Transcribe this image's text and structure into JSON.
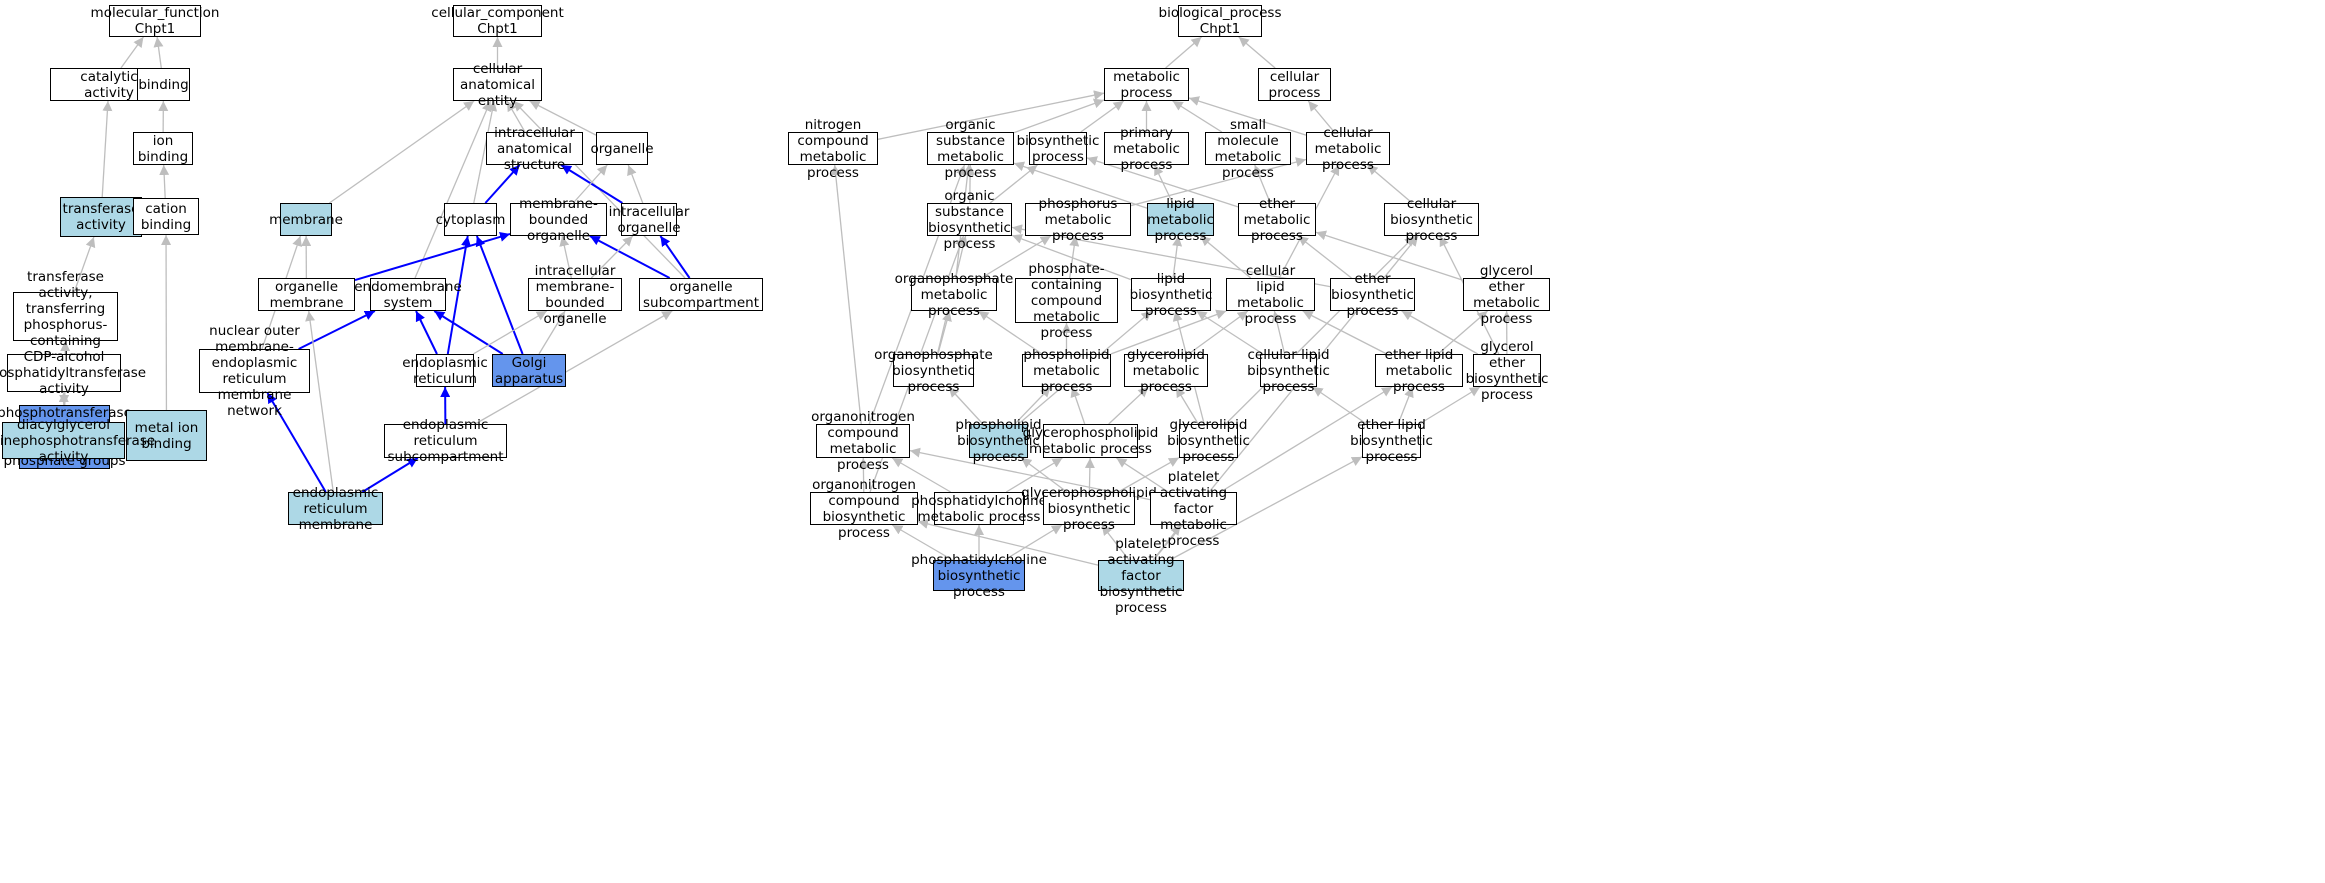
{
  "colors": {
    "plain": "#ffffff",
    "light": "#add8e6",
    "dark": "#6495ed",
    "edge_gray": "#bebebe",
    "edge_blue": "#0000ff"
  },
  "nodes": [
    {
      "id": "mf",
      "label": "molecular_function\nChpt1",
      "fill": "plain"
    },
    {
      "id": "cat",
      "label": "catalytic activity",
      "fill": "plain"
    },
    {
      "id": "bind",
      "label": "binding",
      "fill": "plain"
    },
    {
      "id": "trans",
      "label": "transferase\nactivity",
      "fill": "light"
    },
    {
      "id": "ionb",
      "label": "ion binding",
      "fill": "plain"
    },
    {
      "id": "transp",
      "label": "transferase\nactivity, transferring\nphosphorus-containing\ngroups",
      "fill": "plain"
    },
    {
      "id": "catb",
      "label": "cation binding",
      "fill": "plain"
    },
    {
      "id": "ptrans",
      "label": "phosphotransferase\nactivity, for\nother substituted\nphosphate groups",
      "fill": "dark"
    },
    {
      "id": "metb",
      "label": "metal ion binding",
      "fill": "light"
    },
    {
      "id": "cdp",
      "label": "CDP-alcohol\nphosphatidyltransferase\nactivity",
      "fill": "plain"
    },
    {
      "id": "dag",
      "label": "diacylglycerol\ncholinephosphotransferase\nactivity",
      "fill": "light"
    },
    {
      "id": "cc",
      "label": "cellular_component\nChpt1",
      "fill": "plain"
    },
    {
      "id": "cae",
      "label": "cellular anatomical\nentity",
      "fill": "plain"
    },
    {
      "id": "ias",
      "label": "intracellular\nanatomical structure",
      "fill": "plain"
    },
    {
      "id": "org",
      "label": "organelle",
      "fill": "plain"
    },
    {
      "id": "mem",
      "label": "membrane",
      "fill": "light"
    },
    {
      "id": "cyto",
      "label": "cytoplasm",
      "fill": "plain"
    },
    {
      "id": "mbo",
      "label": "membrane-bounded\norganelle",
      "fill": "plain"
    },
    {
      "id": "iorg",
      "label": "intracellular\norganelle",
      "fill": "plain"
    },
    {
      "id": "orgmem",
      "label": "organelle membrane",
      "fill": "plain"
    },
    {
      "id": "endo",
      "label": "endomembrane\nsystem",
      "fill": "plain"
    },
    {
      "id": "imbo",
      "label": "intracellular\nmembrane-bounded\norganelle",
      "fill": "plain"
    },
    {
      "id": "osub",
      "label": "organelle subcompartment",
      "fill": "plain"
    },
    {
      "id": "nom",
      "label": "nuclear outer\nmembrane-endoplasmic\nreticulum membrane\nnetwork",
      "fill": "plain"
    },
    {
      "id": "er",
      "label": "endoplasmic\nreticulum",
      "fill": "plain"
    },
    {
      "id": "golgi",
      "label": "Golgi apparatus",
      "fill": "dark"
    },
    {
      "id": "ersub",
      "label": "endoplasmic\nreticulum subcompartment",
      "fill": "plain"
    },
    {
      "id": "erm",
      "label": "endoplasmic\nreticulum membrane",
      "fill": "light"
    },
    {
      "id": "bp",
      "label": "biological_process\nChpt1",
      "fill": "plain"
    },
    {
      "id": "metp",
      "label": "metabolic process",
      "fill": "plain"
    },
    {
      "id": "cellp",
      "label": "cellular process",
      "fill": "plain"
    },
    {
      "id": "ncmp",
      "label": "nitrogen compound\nmetabolic process",
      "fill": "plain"
    },
    {
      "id": "osmp",
      "label": "organic substance\nmetabolic process",
      "fill": "plain"
    },
    {
      "id": "biop",
      "label": "biosynthetic\nprocess",
      "fill": "plain"
    },
    {
      "id": "pmp",
      "label": "primary metabolic\nprocess",
      "fill": "plain"
    },
    {
      "id": "smmp",
      "label": "small molecule\nmetabolic process",
      "fill": "plain"
    },
    {
      "id": "cmp",
      "label": "cellular metabolic\nprocess",
      "fill": "plain"
    },
    {
      "id": "osbp",
      "label": "organic substance\nbiosynthetic\nprocess",
      "fill": "plain"
    },
    {
      "id": "phmp",
      "label": "phosphorus metabolic\nprocess",
      "fill": "plain"
    },
    {
      "id": "lmp",
      "label": "lipid metabolic\nprocess",
      "fill": "light"
    },
    {
      "id": "emp",
      "label": "ether metabolic\nprocess",
      "fill": "plain"
    },
    {
      "id": "cbp",
      "label": "cellular biosynthetic\nprocess",
      "fill": "plain"
    },
    {
      "id": "opmp",
      "label": "organophosphate\nmetabolic process",
      "fill": "plain"
    },
    {
      "id": "pccmp",
      "label": "phosphate-containing\ncompound metabolic\nprocess",
      "fill": "plain"
    },
    {
      "id": "lbp",
      "label": "lipid biosynthetic\nprocess",
      "fill": "plain"
    },
    {
      "id": "clmp",
      "label": "cellular lipid\nmetabolic process",
      "fill": "plain"
    },
    {
      "id": "ebp",
      "label": "ether biosynthetic\nprocess",
      "fill": "plain"
    },
    {
      "id": "gemp",
      "label": "glycerol ether\nmetabolic process",
      "fill": "plain"
    },
    {
      "id": "opbp",
      "label": "organophosphate\nbiosynthetic\nprocess",
      "fill": "plain"
    },
    {
      "id": "plmp",
      "label": "phospholipid\nmetabolic process",
      "fill": "plain"
    },
    {
      "id": "glmp",
      "label": "glycerolipid\nmetabolic process",
      "fill": "plain"
    },
    {
      "id": "clbp",
      "label": "cellular lipid\nbiosynthetic\nprocess",
      "fill": "plain"
    },
    {
      "id": "elmp",
      "label": "ether lipid\nmetabolic process",
      "fill": "plain"
    },
    {
      "id": "gebp",
      "label": "glycerol ether\nbiosynthetic\nprocess",
      "fill": "plain"
    },
    {
      "id": "oncmp",
      "label": "organonitrogen\ncompound metabolic\nprocess",
      "fill": "plain"
    },
    {
      "id": "plbp",
      "label": "phospholipid\nbiosynthetic\nprocess",
      "fill": "light"
    },
    {
      "id": "gplmp",
      "label": "glycerophospholipid\nmetabolic process",
      "fill": "plain"
    },
    {
      "id": "glbp",
      "label": "glycerolipid\nbiosynthetic\nprocess",
      "fill": "plain"
    },
    {
      "id": "elbp",
      "label": "ether lipid\nbiosynthetic\nprocess",
      "fill": "plain"
    },
    {
      "id": "oncbp",
      "label": "organonitrogen\ncompound biosynthetic\nprocess",
      "fill": "plain"
    },
    {
      "id": "pcmp",
      "label": "phosphatidylcholine\nmetabolic process",
      "fill": "plain"
    },
    {
      "id": "gplbp",
      "label": "glycerophospholipid\nbiosynthetic\nprocess",
      "fill": "plain"
    },
    {
      "id": "pafmp",
      "label": "platelet activating\nfactor metabolic\nprocess",
      "fill": "plain"
    },
    {
      "id": "pcbp",
      "label": "phosphatidylcholine\nbiosynthetic\nprocess",
      "fill": "dark"
    },
    {
      "id": "pafbp",
      "label": "platelet activating\nfactor biosynthetic\nprocess",
      "fill": "light"
    }
  ],
  "edges": [
    [
      "cat",
      "mf",
      "gray"
    ],
    [
      "bind",
      "mf",
      "gray"
    ],
    [
      "trans",
      "cat",
      "gray"
    ],
    [
      "ionb",
      "bind",
      "gray"
    ],
    [
      "transp",
      "trans",
      "gray"
    ],
    [
      "catb",
      "ionb",
      "gray"
    ],
    [
      "ptrans",
      "transp",
      "gray"
    ],
    [
      "metb",
      "catb",
      "gray"
    ],
    [
      "cdp",
      "ptrans",
      "gray"
    ],
    [
      "dag",
      "cdp",
      "gray"
    ],
    [
      "cae",
      "cc",
      "gray"
    ],
    [
      "ias",
      "cae",
      "gray"
    ],
    [
      "org",
      "cae",
      "gray"
    ],
    [
      "mem",
      "cae",
      "gray"
    ],
    [
      "cyto",
      "cae",
      "gray"
    ],
    [
      "endo",
      "cae",
      "gray"
    ],
    [
      "osub",
      "cae",
      "gray"
    ],
    [
      "cyto",
      "ias",
      "blue"
    ],
    [
      "iorg",
      "ias",
      "blue"
    ],
    [
      "mbo",
      "org",
      "gray"
    ],
    [
      "iorg",
      "org",
      "gray"
    ],
    [
      "orgmem",
      "mem",
      "gray"
    ],
    [
      "nom",
      "mem",
      "gray"
    ],
    [
      "orgmem",
      "mbo",
      "blue"
    ],
    [
      "osub",
      "mbo",
      "blue"
    ],
    [
      "imbo",
      "mbo",
      "gray"
    ],
    [
      "imbo",
      "iorg",
      "gray"
    ],
    [
      "osub",
      "iorg",
      "blue"
    ],
    [
      "er",
      "cyto",
      "blue"
    ],
    [
      "golgi",
      "cyto",
      "blue"
    ],
    [
      "nom",
      "endo",
      "blue"
    ],
    [
      "er",
      "endo",
      "blue"
    ],
    [
      "golgi",
      "endo",
      "blue"
    ],
    [
      "er",
      "imbo",
      "gray"
    ],
    [
      "golgi",
      "imbo",
      "gray"
    ],
    [
      "ersub",
      "er",
      "blue"
    ],
    [
      "ersub",
      "osub",
      "gray"
    ],
    [
      "erm",
      "nom",
      "blue"
    ],
    [
      "erm",
      "orgmem",
      "gray"
    ],
    [
      "erm",
      "ersub",
      "blue"
    ],
    [
      "metp",
      "bp",
      "gray"
    ],
    [
      "cellp",
      "bp",
      "gray"
    ],
    [
      "ncmp",
      "metp",
      "gray"
    ],
    [
      "osmp",
      "metp",
      "gray"
    ],
    [
      "biop",
      "metp",
      "gray"
    ],
    [
      "pmp",
      "metp",
      "gray"
    ],
    [
      "smmp",
      "metp",
      "gray"
    ],
    [
      "cmp",
      "metp",
      "gray"
    ],
    [
      "cmp",
      "cellp",
      "gray"
    ],
    [
      "osbp",
      "osmp",
      "gray"
    ],
    [
      "osbp",
      "biop",
      "gray"
    ],
    [
      "lmp",
      "pmp",
      "gray"
    ],
    [
      "lmp",
      "osmp",
      "gray"
    ],
    [
      "emp",
      "smmp",
      "gray"
    ],
    [
      "emp",
      "biop",
      "gray"
    ],
    [
      "cbp",
      "cmp",
      "gray"
    ],
    [
      "phmp",
      "cmp",
      "gray"
    ],
    [
      "opmp",
      "phmp",
      "gray"
    ],
    [
      "pccmp",
      "phmp",
      "gray"
    ],
    [
      "opmp",
      "osmp",
      "gray"
    ],
    [
      "lbp",
      "lmp",
      "gray"
    ],
    [
      "lbp",
      "osbp",
      "gray"
    ],
    [
      "clmp",
      "lmp",
      "gray"
    ],
    [
      "clmp",
      "cmp",
      "gray"
    ],
    [
      "ebp",
      "emp",
      "gray"
    ],
    [
      "ebp",
      "osbp",
      "gray"
    ],
    [
      "gemp",
      "emp",
      "gray"
    ],
    [
      "opbp",
      "opmp",
      "gray"
    ],
    [
      "opbp",
      "osbp",
      "gray"
    ],
    [
      "plmp",
      "opmp",
      "gray"
    ],
    [
      "plmp",
      "pccmp",
      "gray"
    ],
    [
      "plmp",
      "clmp",
      "gray"
    ],
    [
      "glmp",
      "clmp",
      "gray"
    ],
    [
      "clbp",
      "clmp",
      "gray"
    ],
    [
      "clbp",
      "lbp",
      "gray"
    ],
    [
      "elmp",
      "clmp",
      "gray"
    ],
    [
      "elmp",
      "gemp",
      "gray"
    ],
    [
      "gebp",
      "gemp",
      "gray"
    ],
    [
      "gebp",
      "ebp",
      "gray"
    ],
    [
      "gebp",
      "cbp",
      "gray"
    ],
    [
      "oncmp",
      "ncmp",
      "gray"
    ],
    [
      "oncmp",
      "osmp",
      "gray"
    ],
    [
      "plbp",
      "opbp",
      "gray"
    ],
    [
      "plbp",
      "plmp",
      "gray"
    ],
    [
      "plbp",
      "lbp",
      "gray"
    ],
    [
      "gplmp",
      "plmp",
      "gray"
    ],
    [
      "gplmp",
      "glmp",
      "gray"
    ],
    [
      "glbp",
      "glmp",
      "gray"
    ],
    [
      "glbp",
      "lbp",
      "gray"
    ],
    [
      "glbp",
      "cbp",
      "gray"
    ],
    [
      "elbp",
      "elmp",
      "gray"
    ],
    [
      "elbp",
      "gebp",
      "gray"
    ],
    [
      "elbp",
      "clbp",
      "gray"
    ],
    [
      "oncbp",
      "oncmp",
      "gray"
    ],
    [
      "oncbp",
      "osbp",
      "gray"
    ],
    [
      "pcmp",
      "oncmp",
      "gray"
    ],
    [
      "pcmp",
      "gplmp",
      "gray"
    ],
    [
      "gplbp",
      "gplmp",
      "gray"
    ],
    [
      "gplbp",
      "plbp",
      "gray"
    ],
    [
      "gplbp",
      "glbp",
      "gray"
    ],
    [
      "pafmp",
      "gplmp",
      "gray"
    ],
    [
      "pafmp",
      "oncmp",
      "gray"
    ],
    [
      "pafmp",
      "elmp",
      "gray"
    ],
    [
      "pcbp",
      "oncbp",
      "gray"
    ],
    [
      "pcbp",
      "pcmp",
      "gray"
    ],
    [
      "pcbp",
      "gplbp",
      "gray"
    ],
    [
      "pafbp",
      "gplbp",
      "gray"
    ],
    [
      "pafbp",
      "pafmp",
      "gray"
    ],
    [
      "pafbp",
      "oncbp",
      "gray"
    ],
    [
      "pafbp",
      "elbp",
      "gray"
    ],
    [
      "pafbp",
      "cbp",
      "gray"
    ]
  ]
}
